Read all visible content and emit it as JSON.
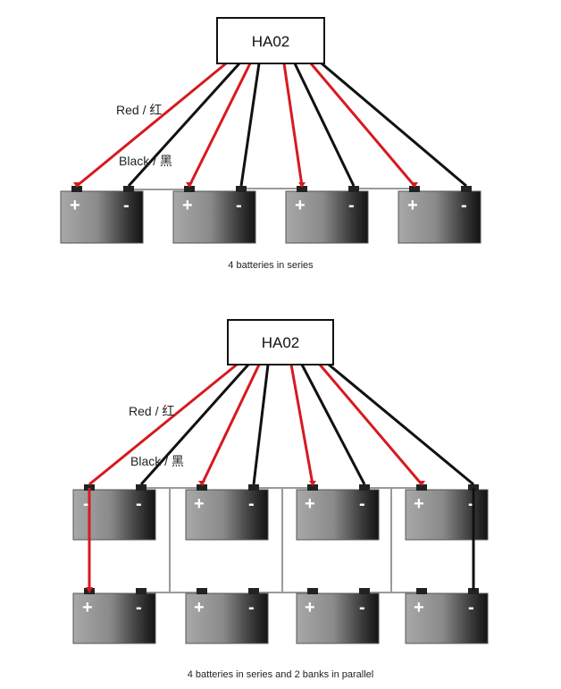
{
  "colors": {
    "red_wire": "#d71920",
    "black_wire": "#111111",
    "link_wire": "#9a9a9a",
    "battery_light": "#a6a6a6",
    "battery_dark": "#161616",
    "terminal": "#222222"
  },
  "diagram1": {
    "hub": "HA02",
    "red_label": "Red / 红",
    "black_label": "Black / 黑",
    "caption": "4 batteries in series",
    "battery_symbols": {
      "plus": "+",
      "minus": "-"
    }
  },
  "diagram2": {
    "hub": "HA02",
    "red_label": "Red / 红",
    "black_label": "Black / 黑",
    "caption": "4 batteries in series and 2 banks in parallel",
    "battery_symbols": {
      "plus": "+",
      "minus": "-"
    }
  }
}
